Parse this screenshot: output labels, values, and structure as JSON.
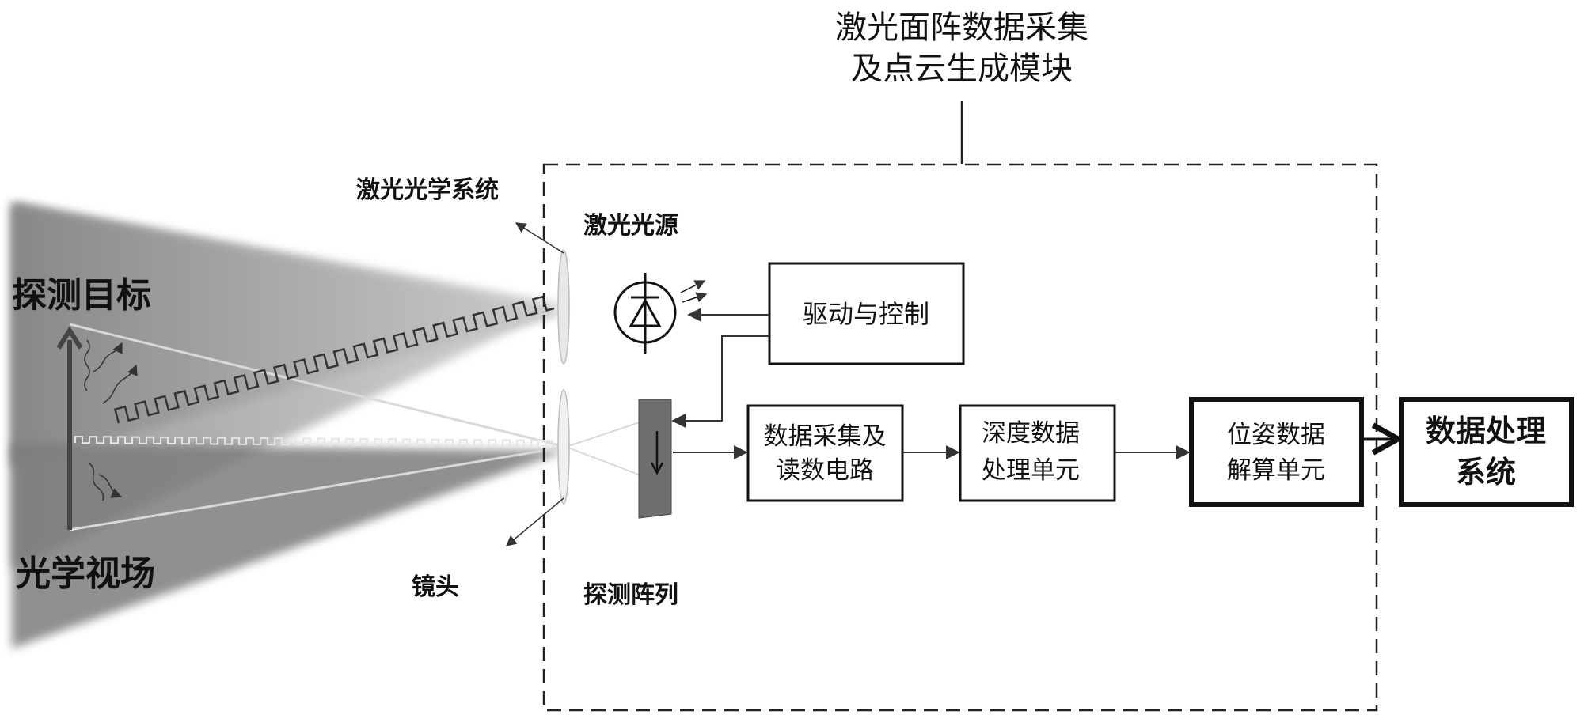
{
  "module_title": {
    "line1": "激光面阵数据采集",
    "line2": "及点云生成模块"
  },
  "labels": {
    "laser_optics": "激光光学系统",
    "laser_source": "激光光源",
    "target": "探测目标",
    "fov": "光学视场",
    "lens": "镜头",
    "detector_array": "探测阵列"
  },
  "boxes": {
    "drive_control": "驱动与控制",
    "acquisition": {
      "line1": "数据采集及",
      "line2": "读数电路"
    },
    "depth": {
      "line1": "深度数据",
      "line2": "处理单元"
    },
    "pose": {
      "line1": "位姿数据",
      "line2": "解算单元"
    },
    "processing": {
      "line1": "数据处理",
      "line2": "系统"
    }
  },
  "icons": [
    "laser-diode-icon",
    "lens-icon",
    "detector-array-icon"
  ]
}
